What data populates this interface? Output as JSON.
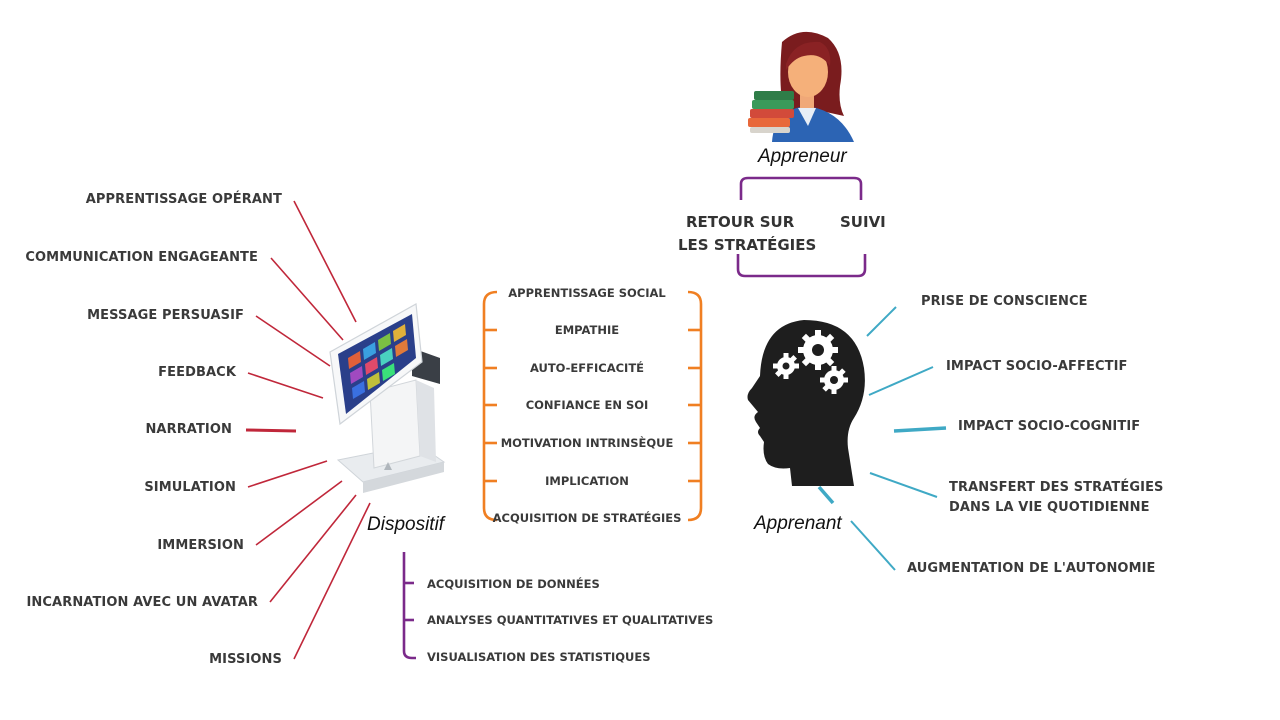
{
  "left_features": [
    "APPRENTISSAGE OPÉRANT",
    "COMMUNICATION ENGAGEANTE",
    "MESSAGE PERSUASIF",
    "FEEDBACK",
    "NARRATION",
    "SIMULATION",
    "IMMERSION",
    "INCARNATION AVEC UN AVATAR",
    "MISSIONS"
  ],
  "dispositif_caption": "Dispositif",
  "center_factors": [
    "APPRENTISSAGE SOCIAL",
    "EMPATHIE",
    "AUTO-EFFICACITÉ",
    "CONFIANCE EN SOI",
    "MOTIVATION INTRINSÈQUE",
    "IMPLICATION",
    "ACQUISITION DE STRATÉGIES"
  ],
  "data_items": [
    "ACQUISITION DE DONNÉES",
    "ANALYSES QUANTITATIVES ET QUALITATIVES",
    "VISUALISATION DES STATISTIQUES"
  ],
  "appreneur_caption": "Appreneur",
  "retour_line1": "RETOUR SUR",
  "retour_line2": "LES STRATÉGIES",
  "suivi": "SUIVI",
  "apprenant_caption": "Apprenant",
  "right_outcomes": [
    "PRISE DE CONSCIENCE",
    "IMPACT SOCIO-AFFECTIF",
    "IMPACT SOCIO-COGNITIF",
    "TRANSFERT DES STRATÉGIES",
    "DANS LA VIE QUOTIDIENNE",
    "AUGMENTATION DE L'AUTONOMIE"
  ],
  "colors": {
    "red_lines": "#c0273a",
    "orange_brace": "#f07f22",
    "purple": "#7b2a8a",
    "teal_lines": "#3fa9c5",
    "head": "#1e1e1e"
  },
  "icons": [
    "kiosk-terminal-icon",
    "teacher-avatar-icon",
    "head-gears-icon"
  ]
}
